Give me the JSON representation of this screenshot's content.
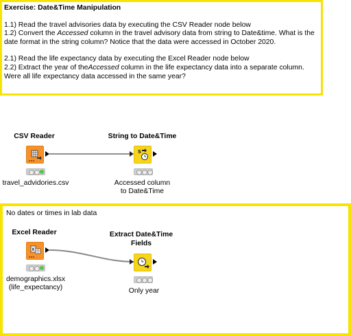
{
  "annotation_top": {
    "title": "Exercise: Date&Time Manipulation",
    "line1": "1.1) Read the travel advisories data by executing the CSV Reader node below",
    "line2_a": "1.2) Convert the ",
    "line2_em": "Accessed",
    "line2_b": " column in the travel advisory data from string to Date&time. What is the date format in the string column? Notice that the data were accessed in October 2020.",
    "line3": "2.1) Read the life expectancy data by executing the Excel Reader node below",
    "line4_a": "2.2) Extract the year of the",
    "line4_em": "Accessed",
    "line4_b": " column in the life expectancy data into a separate column. Were all life expectancy data accessed in the same year?"
  },
  "annotation_bottom": {
    "text": "No dates or times in lab data"
  },
  "nodes": {
    "csv_reader": {
      "title": "CSV Reader",
      "label": "travel_advidories.csv",
      "icon": "csv-file-icon",
      "color": "#f7922a"
    },
    "string_to_datetime": {
      "title": "String to Date&Time",
      "label1": "Accessed column",
      "label2": "to Date&Time",
      "icon": "string-to-datetime-icon",
      "color": "#f7d51c"
    },
    "excel_reader": {
      "title": "Excel Reader",
      "label1": "demographics.xlsx",
      "label2": "(life_expectancy)",
      "icon": "excel-file-icon",
      "color": "#f7922a"
    },
    "extract_datetime": {
      "title1": "Extract Date&Time",
      "title2": "Fields",
      "label": "Only year",
      "icon": "clock-icon",
      "color": "#f7d51c"
    }
  },
  "status_colors": {
    "idle": "#ececec",
    "executed": "#55c443"
  }
}
